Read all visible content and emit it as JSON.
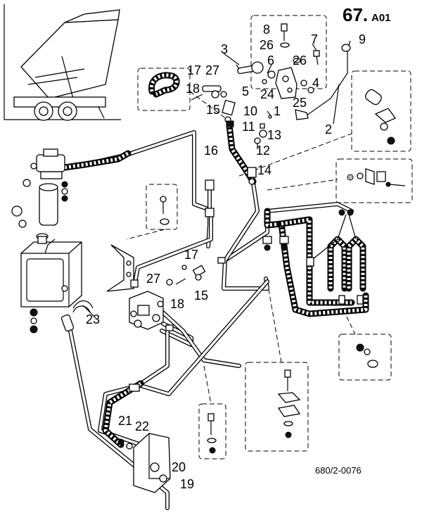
{
  "page": {
    "number": "67.",
    "suffix": "A01",
    "reference": "680/2-0076"
  },
  "callouts": {
    "c1": "1",
    "c2": "2",
    "c3": "3",
    "c4": "4",
    "c5": "5",
    "c6": "6",
    "c7": "7",
    "c8": "8",
    "c9": "9",
    "c10": "10",
    "c11": "11",
    "c12": "12",
    "c13": "13",
    "c14": "14",
    "c15a": "15",
    "c15b": "15",
    "c16": "16",
    "c17a": "17",
    "c17b": "17",
    "c18a": "18",
    "c18b": "18",
    "c19": "19",
    "c20": "20",
    "c21": "21",
    "c22": "22",
    "c23": "23",
    "c24": "24",
    "c25": "25",
    "c26a": "26",
    "c26b": "26",
    "c27a": "27",
    "c27b": "27"
  }
}
